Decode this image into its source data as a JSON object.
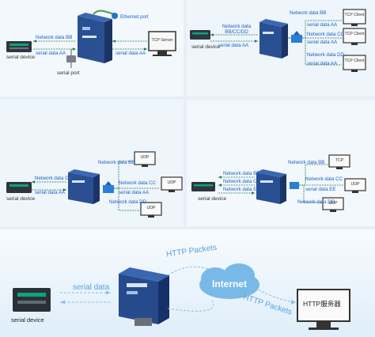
{
  "panel1": {
    "ethernet_port": "Ethernet port",
    "network_data_bb": "Network data BB",
    "serial_data_aa": "serial data AA",
    "serial_data_aa_right": "serial data AA",
    "serial_device": "serial device",
    "serial_port": "serial port",
    "tcp_server": "TCP Server"
  },
  "panel2": {
    "network_data_bb": "Network data BB",
    "network_data_bb_cc_dd": "BB/CC/DD",
    "serial_data_aa": "serial data AA",
    "serial_data_aa_2": "serial data AA",
    "network_data_cc": "Network data CC",
    "serial_data_aa_3": "serial data AA",
    "network_data_dd": "Network data DD",
    "serial_data_aa_4": "serial data AA",
    "tcp_client_1": "TCP Client",
    "tcp_client_2": "TCP Client",
    "tcp_client_3": "TCP Client",
    "serial_device": "serial device"
  },
  "panel3": {
    "network_data_bb": "Network data BB",
    "network_data_cc": "Network data CC",
    "serial_data_aa": "serial data AA",
    "network_data_cc_right": "Network data CC",
    "serial_data_aa_right": "serial data AA",
    "network_data_dd": "Network data DD",
    "udp_1": "UDP",
    "udp_2": "UDP",
    "udp_3": "UDP",
    "serial_device": "serial device"
  },
  "panel4": {
    "network_data_bb": "Network data BB",
    "network_data_bb_left": "Network data BB",
    "network_data_cc_left": "Network data CC",
    "network_data_ee_left": "Network data EE",
    "network_data_cc": "Network data CC",
    "serial_data_ee": "serial data EE",
    "network_data_dd": "Network data DD",
    "tcp": "TCP",
    "udp_1": "UDP",
    "udp_2": "UDP",
    "serial_device": "serial device"
  },
  "panel5": {
    "serial_data": "serial data",
    "http_packets_top": "HTTP Packets",
    "http_packets_bottom": "HTTP Packets",
    "internet": "Internet",
    "http_server": "HTTP服务器",
    "serial_device": "serial device"
  },
  "colors": {
    "arrow_green": "#1a7a4a",
    "label_blue": "#1c62c9",
    "device_blue": "#2c4d8f",
    "cloud_blue": "#6fb3e6"
  }
}
